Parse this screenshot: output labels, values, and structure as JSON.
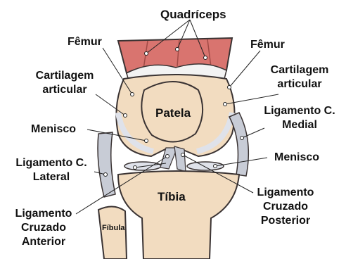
{
  "labels": {
    "quadriceps": "Quadríceps",
    "femur_left": "Fêmur",
    "femur_right": "Fêmur",
    "cartilage_left": [
      "Cartilagem",
      "articular"
    ],
    "cartilage_right": [
      "Cartilagem",
      "articular"
    ],
    "patella": "Patela",
    "meniscus_left": "Menisco",
    "meniscus_right": "Menisco",
    "lateral_ligament": [
      "Ligamento C.",
      "Lateral"
    ],
    "medial_ligament": [
      "Ligamento C.",
      "Medial"
    ],
    "tibia": "Tíbia",
    "fibula": "Fíbula",
    "acl": [
      "Ligamento",
      "Cruzado",
      "Anterior"
    ],
    "pcl": [
      "Ligamento",
      "Cruzado",
      "Posterior"
    ]
  },
  "colors": {
    "muscle": "#d9746f",
    "bone": "#f2dcc0",
    "cartilage": "#dfe2ea",
    "ligament": "#c8ccd6",
    "outline": "#3a3333"
  }
}
